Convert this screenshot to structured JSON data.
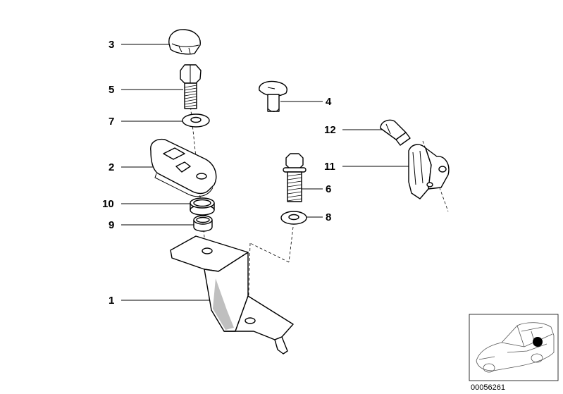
{
  "callouts": [
    {
      "id": "3",
      "label": "3"
    },
    {
      "id": "5",
      "label": "5"
    },
    {
      "id": "7",
      "label": "7"
    },
    {
      "id": "2",
      "label": "2"
    },
    {
      "id": "10",
      "label": "10"
    },
    {
      "id": "9",
      "label": "9"
    },
    {
      "id": "1",
      "label": "1"
    },
    {
      "id": "4",
      "label": "4"
    },
    {
      "id": "12",
      "label": "12"
    },
    {
      "id": "11",
      "label": "11"
    },
    {
      "id": "6",
      "label": "6"
    },
    {
      "id": "8",
      "label": "8"
    }
  ],
  "reference_number": "00056261",
  "colors": {
    "line": "#000000",
    "background": "#ffffff",
    "shade": "#bfbfbf",
    "marker": "#000000"
  }
}
